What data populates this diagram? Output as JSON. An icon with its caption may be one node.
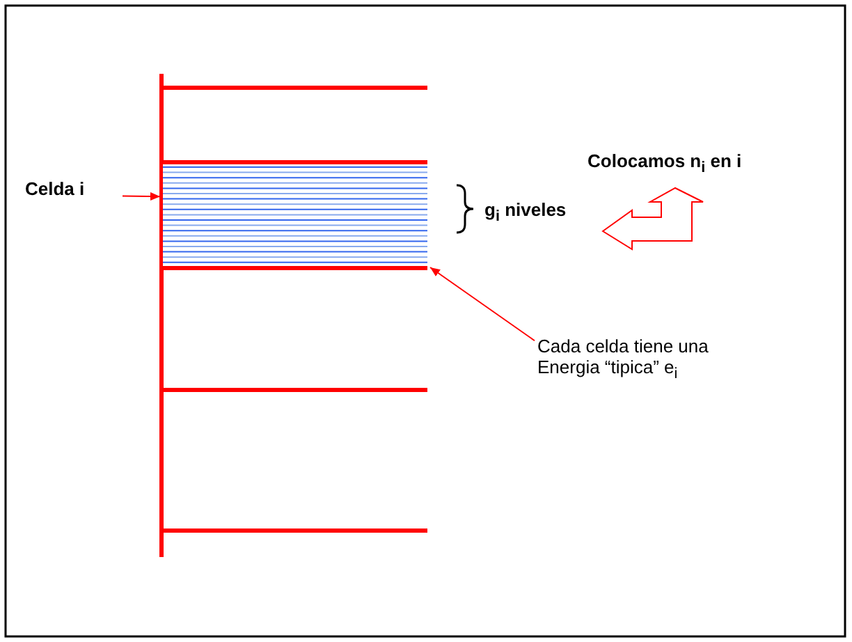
{
  "diagram": {
    "nodes": [
      {
        "text": [
          "Celda i"
        ]
      },
      {
        "text": [],
        "shape": "box"
      },
      {
        "text": [
          "Cada celda tiene una Energia “tipica” e$_{i}$"
        ]
      }
    ],
    "edges": [
      {
        "from": 0,
        "to": 1,
        "arrow": "to"
      },
      {
        "from": 2,
        "to": 1,
        "arrow": "to"
      }
    ],
    "labels": [
      "g$_{i}$ niveles",
      "Colocamos n$_{i}$ en i"
    ]
  }
}
